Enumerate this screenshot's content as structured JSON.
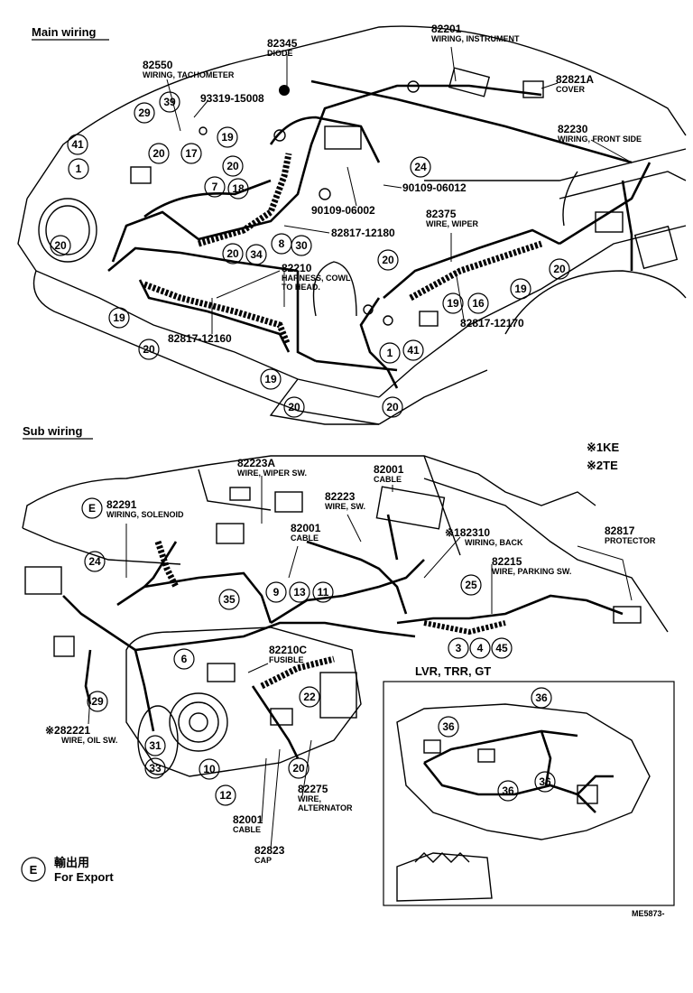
{
  "sections": {
    "main": "Main wiring",
    "sub": "Sub wiring",
    "lvr": "LVR, TRR, GT"
  },
  "notes": {
    "ke": "※1KE",
    "te": "※2TE",
    "export_mark": "E",
    "export_jp": "輸出用",
    "export_en": "For  Export",
    "ref": "ME5873-"
  },
  "parts": {
    "p82201": {
      "num": "82201",
      "desc": "WIRING, INSTRUMENT"
    },
    "p82345": {
      "num": "82345",
      "desc": "DIODE"
    },
    "p82821A": {
      "num": "82821A",
      "desc": "COVER"
    },
    "p82550": {
      "num": "82550",
      "desc": "WIRING, TACHOMETER"
    },
    "p93319": {
      "num": "93319-15008",
      "desc": ""
    },
    "p82230": {
      "num": "82230",
      "desc": "WIRING, FRONT SIDE"
    },
    "p90109a": {
      "num": "90109-06012",
      "desc": ""
    },
    "p90109b": {
      "num": "90109-06002",
      "desc": ""
    },
    "p82375": {
      "num": "82375",
      "desc": "WIRE, WIPER"
    },
    "p82817_12180": {
      "num": "82817-12180",
      "desc": ""
    },
    "p82210": {
      "num": "82210",
      "desc1": "HARNESS, COWL",
      "desc2": "TO HEAD."
    },
    "p82817_12170": {
      "num": "82817-12170",
      "desc": ""
    },
    "p82817_12160": {
      "num": "82817-12160",
      "desc": ""
    },
    "p82223A": {
      "num": "82223A",
      "desc": "WIRE, WIPER SW."
    },
    "p82001a": {
      "num": "82001",
      "desc": "CABLE"
    },
    "p82291": {
      "num": "82291",
      "desc": "WIRING, SOLENOID"
    },
    "p82223": {
      "num": "82223",
      "desc": "WIRE, SW."
    },
    "p82001b": {
      "num": "82001",
      "desc": "CABLE"
    },
    "p82310": {
      "num": "※182310",
      "desc": "WIRING, BACK"
    },
    "p82817": {
      "num": "82817",
      "desc": "PROTECTOR"
    },
    "p82215": {
      "num": "82215",
      "desc": "WIRE, PARKING SW."
    },
    "p82210C": {
      "num": "82210C",
      "desc": "FUSIBLE"
    },
    "p82221": {
      "num": "※282221",
      "desc": "WIRE, OIL SW."
    },
    "p82275": {
      "num": "82275",
      "desc1": "WIRE,",
      "desc2": "ALTERNATOR"
    },
    "p82001c": {
      "num": "82001",
      "desc": "CABLE"
    },
    "p82823": {
      "num": "82823",
      "desc": "CAP"
    }
  },
  "callouts": {
    "c41a": "41",
    "c1a": "1",
    "c29": "29",
    "c39": "39",
    "c20a": "20",
    "c17": "17",
    "c19a": "19",
    "c20b": "20",
    "c7": "7",
    "c18": "18",
    "c24a": "24",
    "c20c": "20",
    "c20d": "20",
    "c34": "34",
    "c8": "8",
    "c30": "30",
    "c19b": "19",
    "c20e": "20",
    "c20f": "20",
    "c19c": "19",
    "c16": "16",
    "c19d": "19",
    "c20g": "20",
    "c1b": "1",
    "c41b": "41",
    "c19e": "19",
    "c20h": "20",
    "c20i": "20",
    "c24b": "24",
    "c35": "35",
    "c9": "9",
    "c13": "13",
    "c11": "11",
    "c25": "25",
    "c3": "3",
    "c4": "4",
    "c45": "45",
    "c6": "6",
    "c29b": "29",
    "c22": "22",
    "c31": "31",
    "c33": "33",
    "c10": "10",
    "c12": "12",
    "c20j": "20",
    "c36a": "36",
    "c36b": "36",
    "c36c": "36",
    "c36d": "36"
  }
}
